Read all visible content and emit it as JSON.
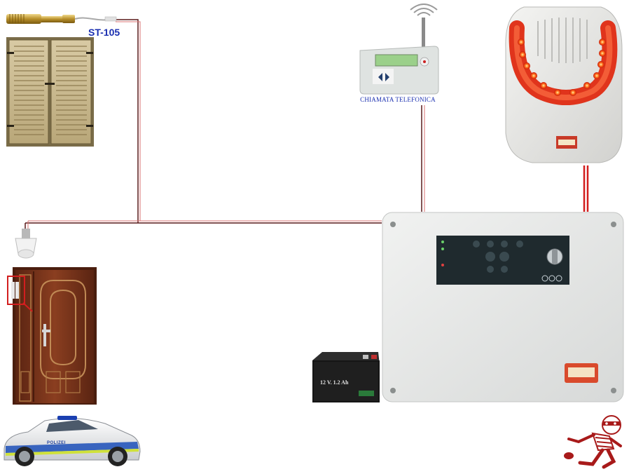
{
  "labels": {
    "sensor_model": "ST-105",
    "dialer_caption": "CHIAMATA TELEFONICA",
    "battery_spec": "12 V. 1.2 Ah",
    "police_text": "POLIZEI"
  },
  "colors": {
    "wire_dark": "#5a1a1a",
    "wire_red": "#d21e1e",
    "label_blue": "#1a2fb0",
    "panel_gray": "#e4e6e5",
    "door_brown": "#6a2e1a",
    "siren_red": "#ff3b1f",
    "burglar_red": "#a81a1a"
  },
  "components": [
    {
      "name": "vibration-sensor",
      "label_ref": "sensor_model"
    },
    {
      "name": "window-shutter"
    },
    {
      "name": "ceiling-sensor"
    },
    {
      "name": "door"
    },
    {
      "name": "police-car"
    },
    {
      "name": "gsm-dialer",
      "label_ref": "dialer_caption"
    },
    {
      "name": "outdoor-siren"
    },
    {
      "name": "alarm-control-panel"
    },
    {
      "name": "backup-battery"
    },
    {
      "name": "burglar-icon"
    }
  ]
}
